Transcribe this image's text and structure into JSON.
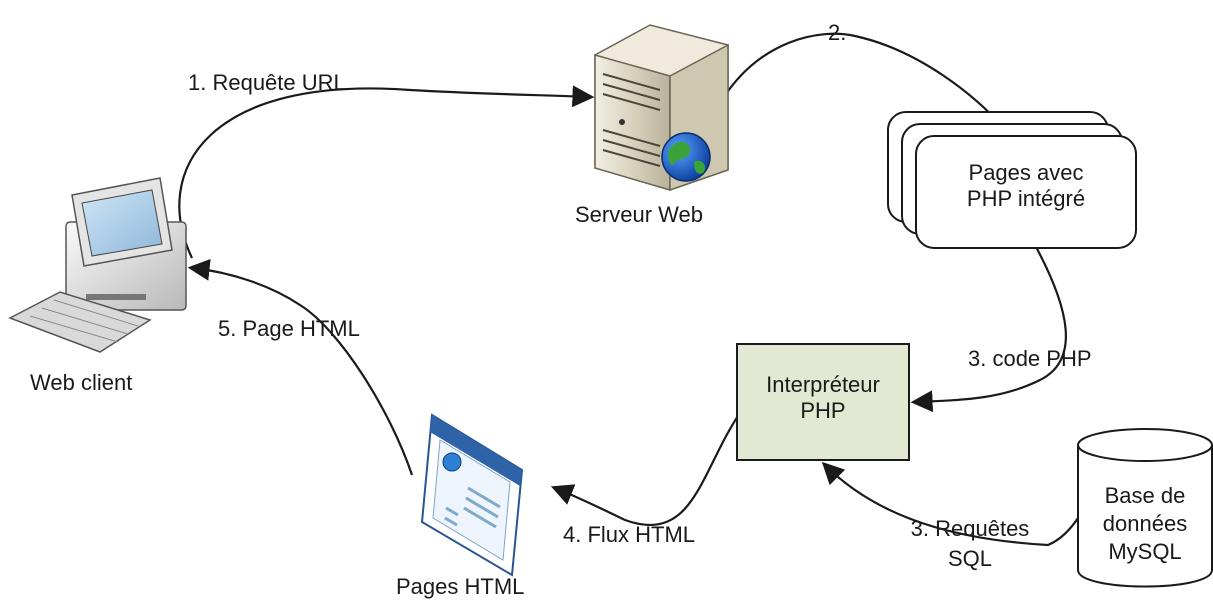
{
  "nodes": {
    "web_client": "Web client",
    "web_server": "Serveur Web",
    "php_pages": [
      "Pages avec",
      "PHP intégré"
    ],
    "php_interpreter": [
      "Interpréteur",
      "PHP"
    ],
    "database": [
      "Base de",
      "données",
      "MySQL"
    ],
    "html_pages": "Pages HTML"
  },
  "edges": {
    "step1": "1. Requête URL",
    "step2": "2.",
    "step3_code": "3. code PHP",
    "step3_sql": [
      "3. Requêtes",
      "SQL"
    ],
    "step4": "4. Flux HTML",
    "step5": "5. Page HTML"
  },
  "colors": {
    "interpreter_fill": "#e3e8d2",
    "line": "#1a1a1a"
  }
}
